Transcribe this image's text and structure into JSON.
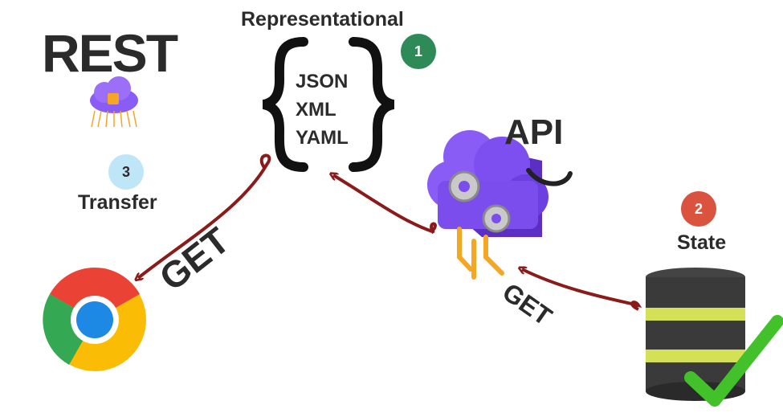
{
  "title": "REST",
  "representational": {
    "label": "Representational",
    "formats": [
      "JSON",
      "XML",
      "YAML"
    ],
    "badge": "1"
  },
  "state": {
    "label": "State",
    "badge": "2"
  },
  "transfer": {
    "label": "Transfer",
    "badge": "3"
  },
  "api": {
    "label": "API"
  },
  "requests": {
    "get_to_browser": "GET",
    "get_to_api": "GET"
  },
  "colors": {
    "arrow": "#8b1a1a",
    "badge_1": "#2e8b57",
    "badge_2": "#d9533f",
    "badge_3": "#bfe6f7",
    "cloud": "#8a5cf6",
    "database_stripe": "#d4e157",
    "check": "#43c12b"
  }
}
